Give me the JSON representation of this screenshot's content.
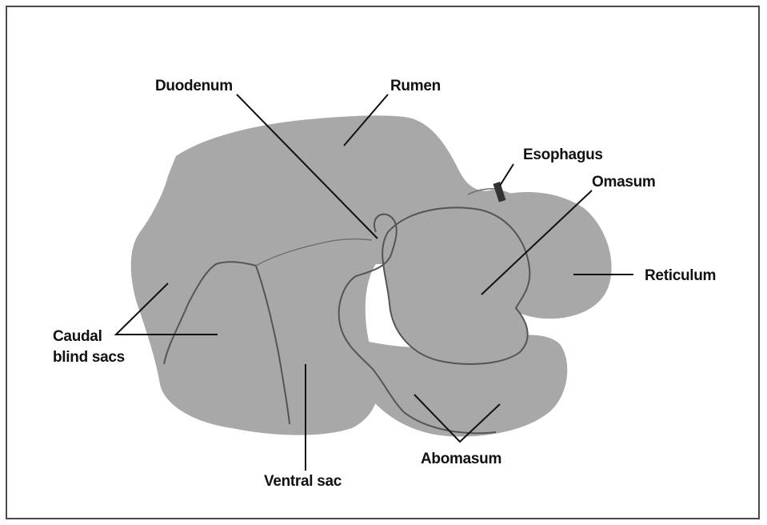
{
  "labels": {
    "duodenum": "Duodenum",
    "rumen": "Rumen",
    "esophagus": "Esophagus",
    "omasum": "Omasum",
    "reticulum": "Reticulum",
    "caudal_line1": "Caudal",
    "caudal_line2": "blind sacs",
    "ventral_sac": "Ventral sac",
    "abomasum": "Abomasum"
  },
  "colors": {
    "organ_fill": "#a8a8a8",
    "outline": "#555555",
    "label_text": "#111111",
    "frame_border": "#4a4a4a"
  }
}
